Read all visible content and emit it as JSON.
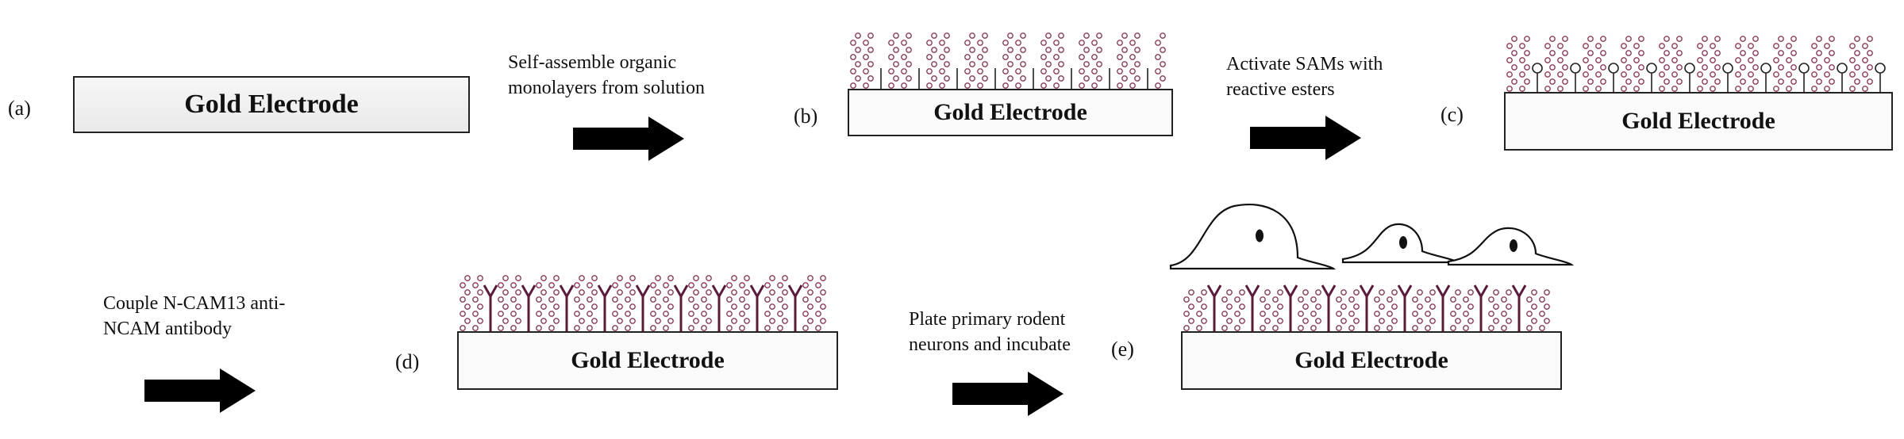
{
  "panels": {
    "a": {
      "label": "(a)",
      "electrode": "Gold Electrode"
    },
    "b": {
      "label": "(b)",
      "electrode": "Gold Electrode"
    },
    "c": {
      "label": "(c)",
      "electrode": "Gold Electrode"
    },
    "d": {
      "label": "(d)",
      "electrode": "Gold Electrode"
    },
    "e": {
      "label": "(e)",
      "electrode": "Gold Electrode"
    }
  },
  "steps": {
    "s1": {
      "line1": "Self-assemble organic",
      "line2": "monolayers from solution"
    },
    "s2": {
      "line1": "Activate SAMs with",
      "line2": "reactive esters"
    },
    "s3": {
      "line1": "Couple N-CAM13 anti-",
      "line2": "NCAM antibody"
    },
    "s4": {
      "line1": "Plate primary rodent",
      "line2": "neurons and incubate"
    }
  },
  "colors": {
    "chain": "#8b3a5a",
    "antibody": "#5a1a3a",
    "arrow": "#000000",
    "line": "#222222"
  }
}
